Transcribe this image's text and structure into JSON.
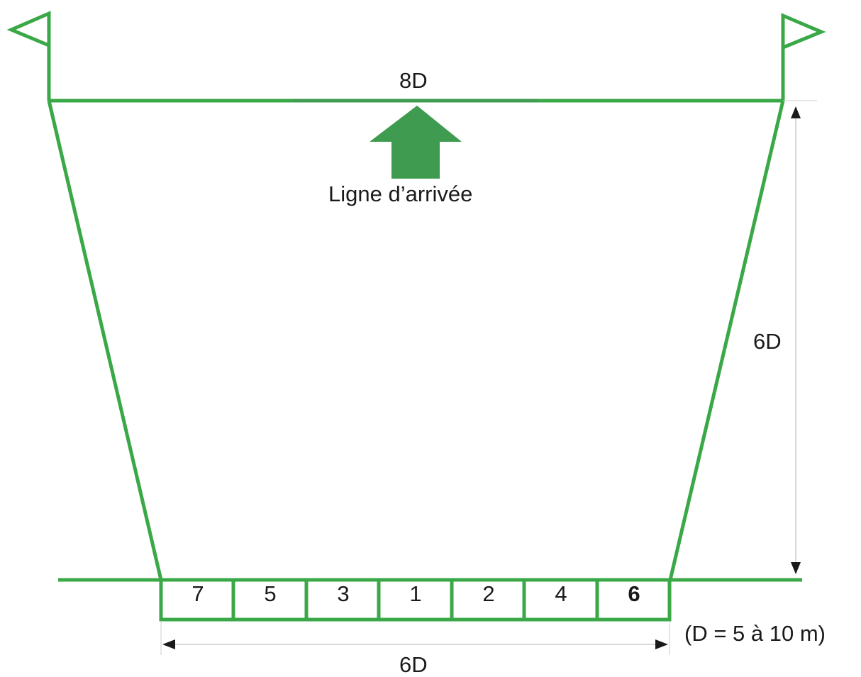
{
  "diagram": {
    "top_width_label": "8D",
    "finish_line_label": "Ligne d’arrivée",
    "depth_label": "6D",
    "base_width_label": "6D",
    "note": "(D = 5 à 10 m)",
    "lanes": [
      {
        "number": "7",
        "bold": false
      },
      {
        "number": "5",
        "bold": false
      },
      {
        "number": "3",
        "bold": false
      },
      {
        "number": "1",
        "bold": false
      },
      {
        "number": "2",
        "bold": false
      },
      {
        "number": "4",
        "bold": false
      },
      {
        "number": "6",
        "bold": true
      }
    ],
    "colors": {
      "line_green": "#3aa846",
      "arrow_green": "#3f9b4f",
      "guide_grey": "#cccccc",
      "text": "#1a1a1a"
    }
  }
}
